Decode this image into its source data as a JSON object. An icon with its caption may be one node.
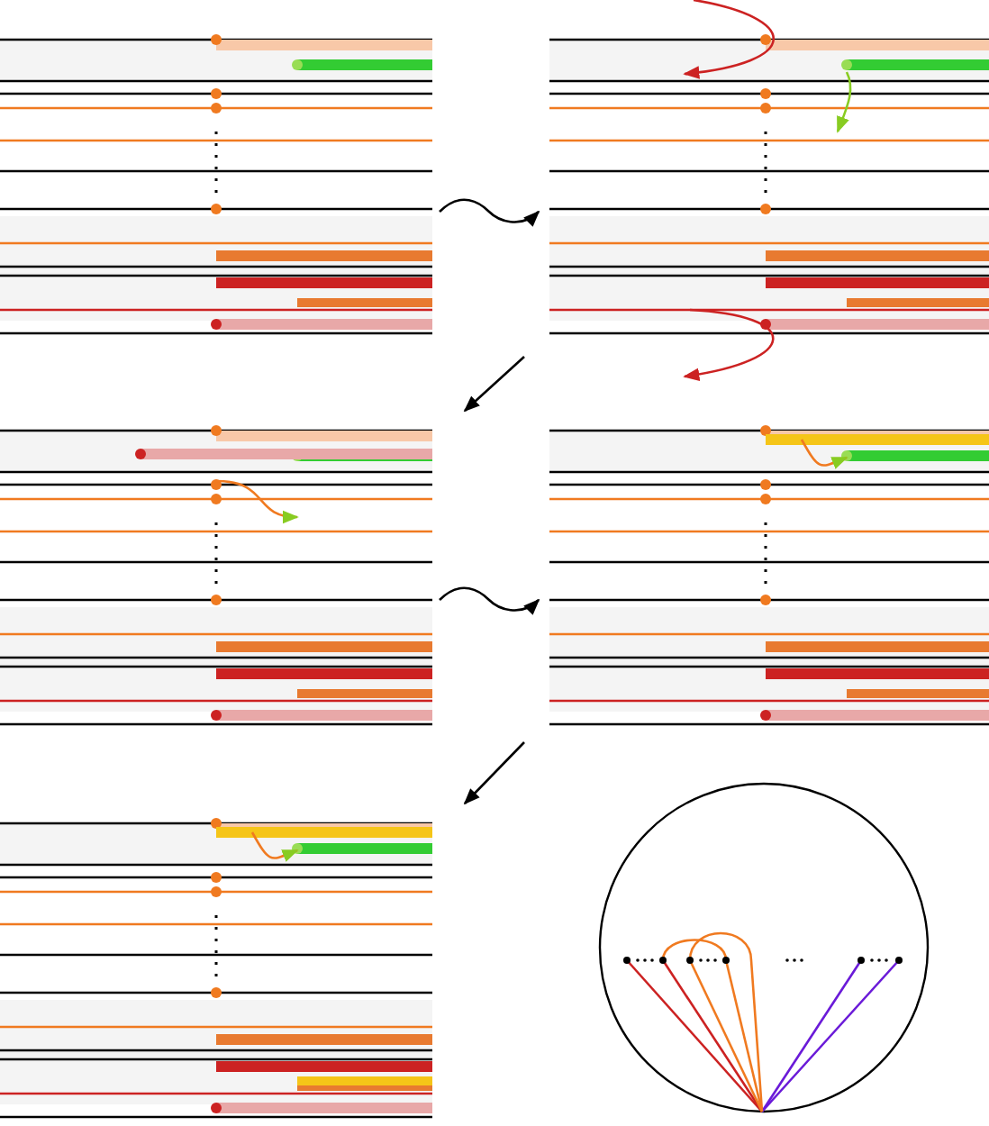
{
  "diagram": {
    "nodes": [
      {
        "text": [],
        "shape": "box"
      },
      {
        "text": [],
        "shape": "box"
      },
      {
        "text": [],
        "shape": "box"
      },
      {
        "text": [],
        "shape": "box"
      },
      {
        "text": [],
        "shape": "box"
      },
      {
        "text": [],
        "shape": "circle"
      }
    ],
    "edges": [
      {
        "from": 0,
        "to": 1,
        "arrow": "to"
      },
      {
        "from": 1,
        "to": 2,
        "arrow": "to"
      },
      {
        "from": 2,
        "to": 3,
        "arrow": "to"
      },
      {
        "from": 3,
        "to": 4,
        "arrow": "to"
      }
    ]
  }
}
